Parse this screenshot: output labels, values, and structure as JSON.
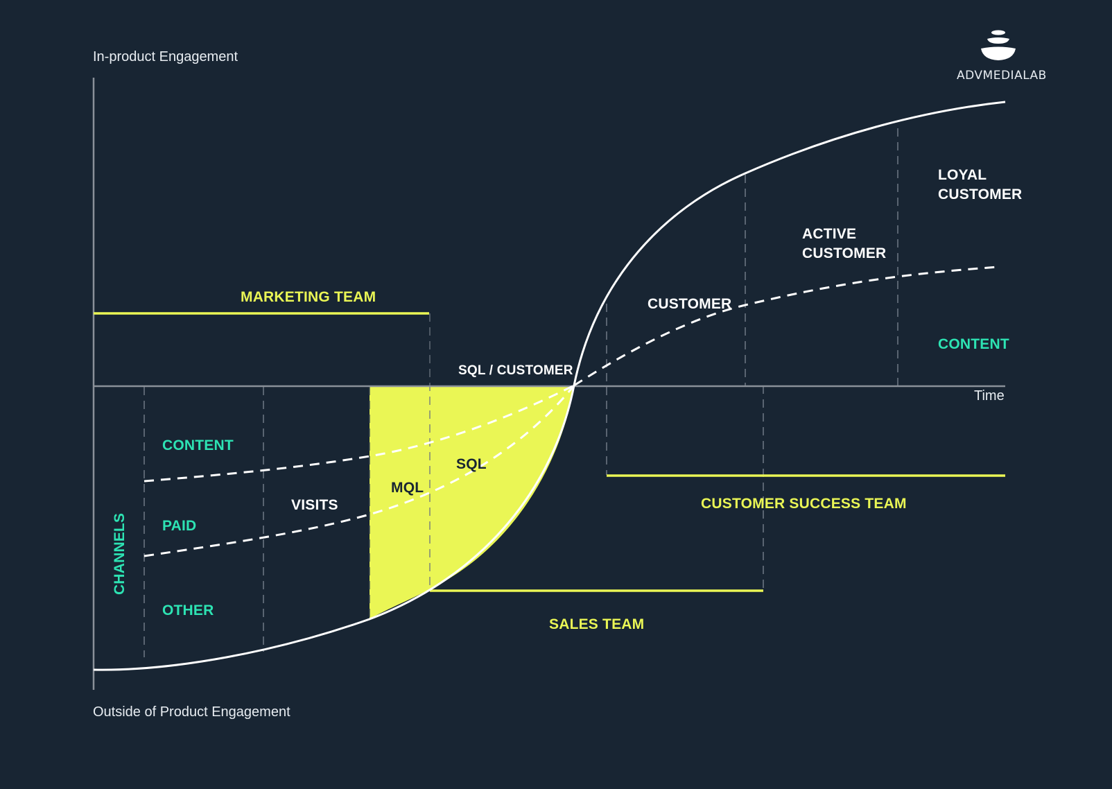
{
  "axes": {
    "y_top_label": "In-product Engagement",
    "y_bottom_label": "Outside of Product Engagement",
    "x_label": "Time"
  },
  "brand": {
    "name": "ADVMEDIALAB",
    "icon": "stacked-stones-icon"
  },
  "teams": {
    "marketing": "MARKETING TEAM",
    "sales": "SALES TEAM",
    "customer_success": "CUSTOMER SUCCESS TEAM"
  },
  "stages": {
    "visits": "VISITS",
    "mql": "MQL",
    "sql": "SQL",
    "sql_customer": "SQL / CUSTOMER",
    "customer": "CUSTOMER",
    "active_customer_line1": "ACTIVE",
    "active_customer_line2": "CUSTOMER",
    "loyal_customer_line1": "LOYAL",
    "loyal_customer_line2": "CUSTOMER"
  },
  "channels": {
    "title": "CHANNELS",
    "items": [
      "CONTENT",
      "PAID",
      "OTHER"
    ]
  },
  "post_sale_channel": "CONTENT",
  "colors": {
    "background": "#182533",
    "accent_yellow": "#eaf655",
    "accent_green": "#2de3b3",
    "curve": "#ffffff",
    "axis": "#8a9099"
  }
}
